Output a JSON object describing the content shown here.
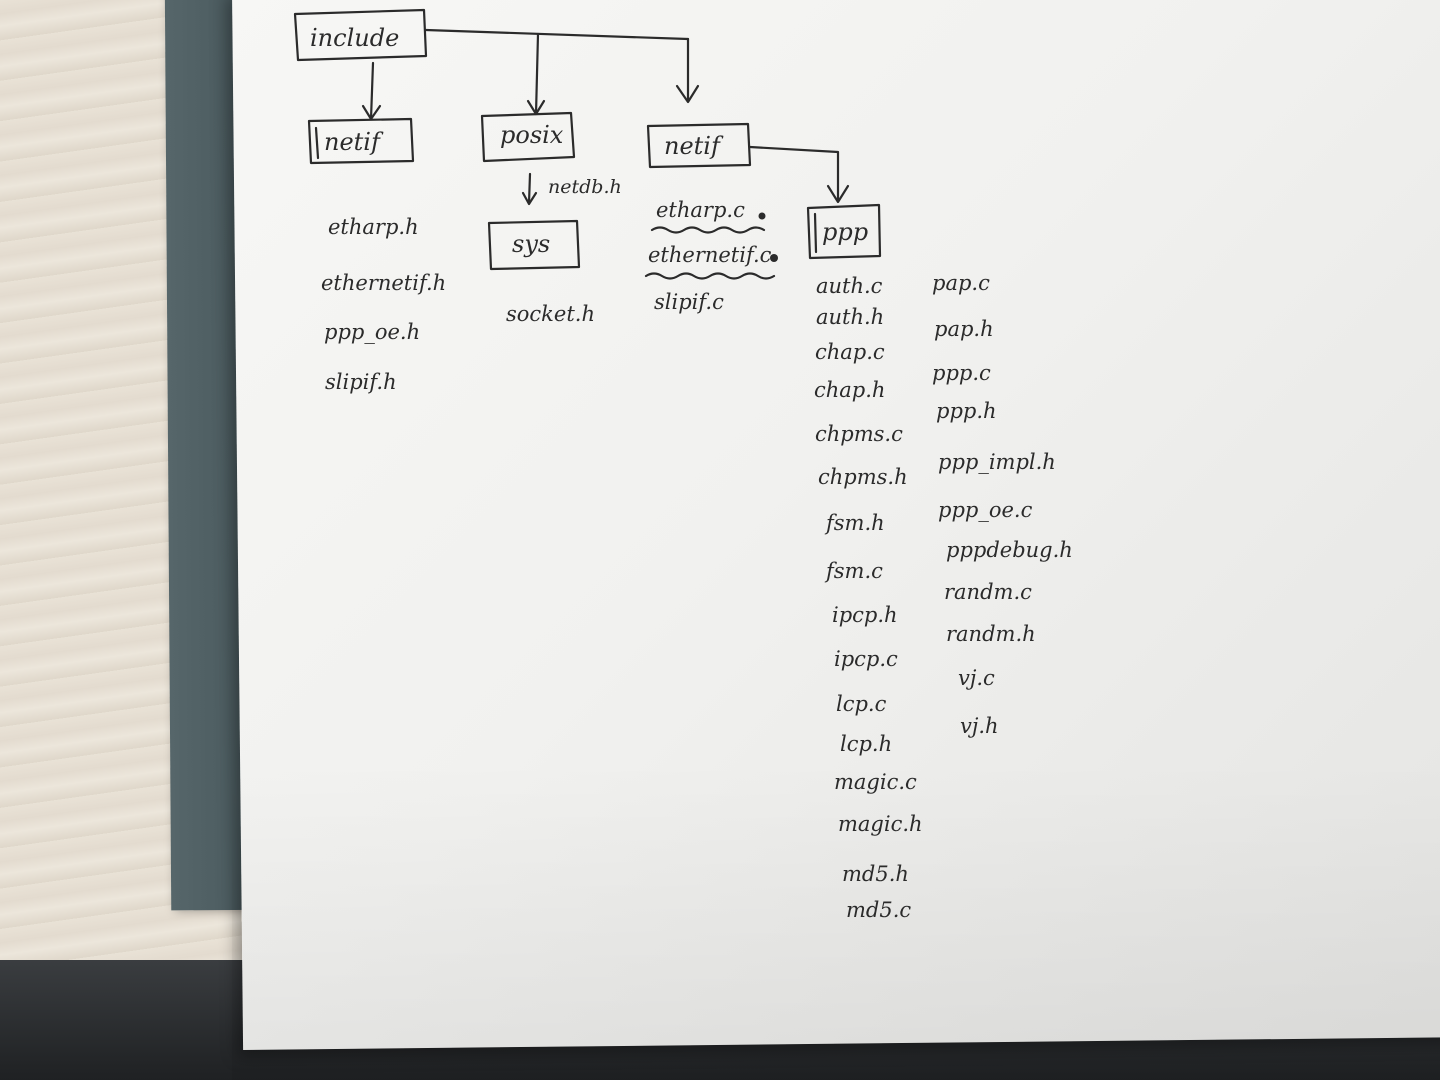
{
  "diagram": {
    "root": {
      "label": "include"
    },
    "folders": {
      "netif_left": {
        "label": "netif"
      },
      "posix": {
        "label": "posix"
      },
      "netif_right": {
        "label": "netif"
      },
      "sys": {
        "label": "sys"
      },
      "ppp": {
        "label": "ppp"
      }
    },
    "posix_child_file": "netdb.h",
    "netif_left_files": [
      "etharp.h",
      "ethernetif.h",
      "ppp_oe.h",
      "slipif.h"
    ],
    "sys_files": [
      "socket.h"
    ],
    "netif_right_files": [
      "etharp.c",
      "ethernetif.c",
      "slipif.c"
    ],
    "ppp_files_col1": [
      "auth.c",
      "auth.h",
      "chap.c",
      "chap.h",
      "chpms.c",
      "chpms.h",
      "fsm.h",
      "fsm.c",
      "ipcp.h",
      "ipcp.c",
      "lcp.c",
      "lcp.h",
      "magic.c",
      "magic.h",
      "md5.h",
      "md5.c"
    ],
    "ppp_files_col2": [
      "pap.c",
      "pap.h",
      "ppp.c",
      "ppp.h",
      "ppp_impl.h",
      "ppp_oe.c",
      "pppdebug.h",
      "randm.c",
      "randm.h",
      "vj.c",
      "vj.h"
    ]
  },
  "colors": {
    "ink": "#2b2b2b",
    "paper": "#f4f4f2",
    "folder": "#4f5f63"
  }
}
